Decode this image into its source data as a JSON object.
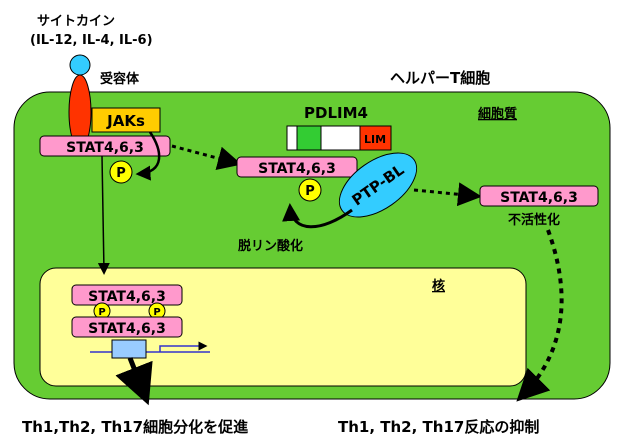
{
  "cytokine": {
    "name": "サイトカイン",
    "examples": "(IL-12, IL-4, IL-6)"
  },
  "receptor": {
    "label": "受容体"
  },
  "jaks": {
    "label": "JAKs"
  },
  "cell": {
    "title": "ヘルパーT細胞",
    "cytoplasm": "細胞質",
    "nucleus": "核"
  },
  "stat": {
    "label": "STAT4,6,3"
  },
  "phospho": {
    "label": "P"
  },
  "pdlim4": {
    "label": "PDLIM4",
    "lim_label": "LIM"
  },
  "ptpbl": {
    "label": "PTP-BL"
  },
  "dephosphorylation": {
    "label": "脱リン酸化"
  },
  "inactivation": {
    "label": "不活性化"
  },
  "outcomes": {
    "promote": "Th1,Th2, Th17細胞分化を促進",
    "suppress": "Th1, Th2, Th17反応の抑制"
  },
  "colors": {
    "cell_fill": "#66cc33",
    "nucleus_fill": "#ffff99",
    "stat_fill": "#ff99cc",
    "phospho_fill": "#ffff00",
    "jaks_fill": "#ffcc00",
    "receptor_fill": "#ff3300",
    "cytokine_fill": "#33ccff",
    "ptpbl_fill": "#33ccff",
    "pdlim4_green": "#33cc33",
    "lim_fill": "#ff3300",
    "dna_fill": "#99ccff"
  }
}
